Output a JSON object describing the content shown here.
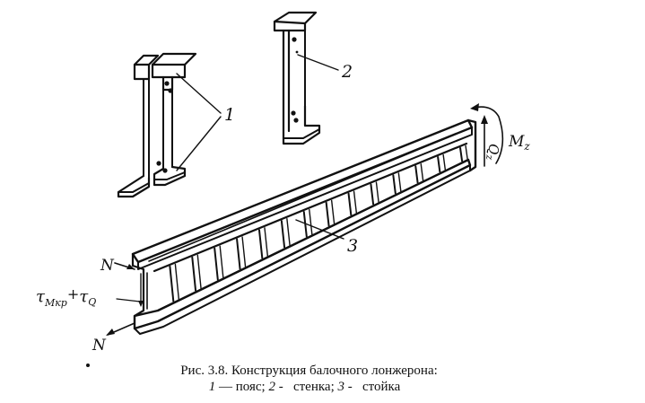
{
  "labels": {
    "belt_number": "1",
    "wall_number": "2",
    "post_number": "3",
    "force_N_top": "N",
    "force_N_bottom": "N",
    "shear_Q": "Q",
    "shear_Q_sub": "z",
    "moment_M": "M",
    "moment_M_sub": "z",
    "tau_main": "τ",
    "tau_sub1": "Мкр",
    "tau_plus": "+",
    "tau2": "τ",
    "tau_sub2": "Q"
  },
  "caption": {
    "line1": "Рис. 3.8. Конструкция балочного лонжерона:",
    "line2_n1": "1",
    "line2_t1": " — пояс; ",
    "line2_n2": "2",
    "line2_t2": " -   стенка; ",
    "line2_n3": "3",
    "line2_t3": " -   стойка"
  }
}
